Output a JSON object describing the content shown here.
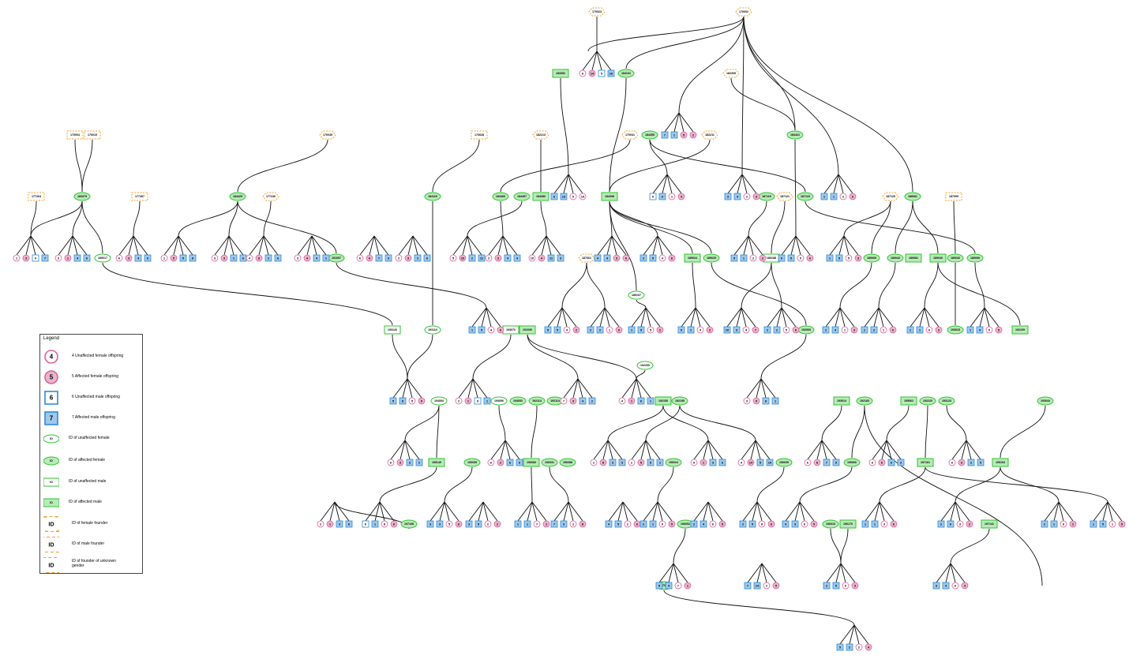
{
  "colors": {
    "edge": "#111111",
    "female_unaffected_stroke": "#e0609a",
    "female_affected_fill": "#e8b4cc",
    "male_unaffected_stroke": "#2f8ad8",
    "male_affected_fill": "#9fc8ec",
    "id_unaffected_stroke": "#2ec52e",
    "id_affected_fill": "#b8eab8",
    "founder_stroke": "#f0a030"
  },
  "legend": {
    "title": "Legend",
    "items": [
      {
        "sym": "fu",
        "label": "4",
        "text": "4 Unaffected female offspring"
      },
      {
        "sym": "fa",
        "label": "5",
        "text": "5 Affected female offspring"
      },
      {
        "sym": "mu",
        "label": "6",
        "text": "6 Unaffected male offspring"
      },
      {
        "sym": "ma",
        "label": "7",
        "text": "7 Affected male offspring"
      },
      {
        "sym": "iuf",
        "label": "ID",
        "text": "ID of unaffected female"
      },
      {
        "sym": "iaf",
        "label": "ID",
        "text": "ID of affected female"
      },
      {
        "sym": "ium",
        "label": "ID",
        "text": "ID of unaffected male"
      },
      {
        "sym": "iam",
        "label": "ID",
        "text": "ID of affected male"
      },
      {
        "sym": "ff",
        "label": "ID",
        "text": "ID of female founder"
      },
      {
        "sym": "mf",
        "label": "ID",
        "text": "ID of male founder"
      },
      {
        "sym": "uf",
        "label": "ID",
        "text": "ID of founder of unknown gender"
      }
    ]
  },
  "founders": [
    {
      "id": "170023",
      "kind": "uf"
    },
    {
      "id": "170002",
      "kind": "uf"
    },
    {
      "id": "182305",
      "kind": "uf"
    },
    {
      "id": "170004",
      "kind": "mf"
    },
    {
      "id": "170019",
      "kind": "mf"
    },
    {
      "id": "170049",
      "kind": "uf"
    },
    {
      "id": "170628",
      "kind": "mf"
    },
    {
      "id": "182213",
      "kind": "uf"
    },
    {
      "id": "170041",
      "kind": "uf"
    },
    {
      "id": "182211",
      "kind": "uf"
    },
    {
      "id": "177264",
      "kind": "mf"
    },
    {
      "id": "177457",
      "kind": "mf"
    },
    {
      "id": "177246",
      "kind": "uf"
    },
    {
      "id": "187125",
      "kind": "uf"
    },
    {
      "id": "187121",
      "kind": "uf"
    },
    {
      "id": "187099",
      "kind": "mf"
    },
    {
      "id": "187061",
      "kind": "uf"
    }
  ],
  "individuals": [
    {
      "id": "183352",
      "kind": "iam"
    },
    {
      "id": "184131",
      "kind": "iaf"
    },
    {
      "id": "184455",
      "kind": "iaf"
    },
    {
      "id": "184421",
      "kind": "iaf"
    },
    {
      "id": "183379",
      "kind": "iaf"
    },
    {
      "id": "184425",
      "kind": "iaf"
    },
    {
      "id": "184119",
      "kind": "iaf"
    },
    {
      "id": "184466",
      "kind": "iaf"
    },
    {
      "id": "184457",
      "kind": "iaf"
    },
    {
      "id": "184380",
      "kind": "iam"
    },
    {
      "id": "184398",
      "kind": "iam"
    },
    {
      "id": "187119",
      "kind": "iaf"
    },
    {
      "id": "187123",
      "kind": "iaf"
    },
    {
      "id": "188081",
      "kind": "iaf"
    },
    {
      "id": "189017",
      "kind": "iuf"
    },
    {
      "id": "191057",
      "kind": "iaf"
    },
    {
      "id": "189024",
      "kind": "iam"
    },
    {
      "id": "189025",
      "kind": "iaf"
    },
    {
      "id": "189188",
      "kind": "ium"
    },
    {
      "id": "189069",
      "kind": "iaf"
    },
    {
      "id": "189043",
      "kind": "iaf"
    },
    {
      "id": "189081",
      "kind": "iam"
    },
    {
      "id": "189040",
      "kind": "iam"
    },
    {
      "id": "189036",
      "kind": "iaf"
    },
    {
      "id": "189059",
      "kind": "iaf"
    },
    {
      "id": "189107",
      "kind": "iuf"
    },
    {
      "id": "193126",
      "kind": "ium"
    },
    {
      "id": "193110",
      "kind": "iuf"
    },
    {
      "id": "193070",
      "kind": "ium"
    },
    {
      "id": "191030",
      "kind": "iam"
    },
    {
      "id": "192065",
      "kind": "iaf"
    },
    {
      "id": "193015",
      "kind": "iaf"
    },
    {
      "id": "192109",
      "kind": "iam"
    },
    {
      "id": "192200",
      "kind": "iuf"
    },
    {
      "id": "194054",
      "kind": "iuf"
    },
    {
      "id": "194056",
      "kind": "iuf"
    },
    {
      "id": "194052",
      "kind": "iaf"
    },
    {
      "id": "192113",
      "kind": "iaf"
    },
    {
      "id": "192114",
      "kind": "iaf"
    },
    {
      "id": "192150",
      "kind": "iam"
    },
    {
      "id": "192195",
      "kind": "iaf"
    },
    {
      "id": "193014",
      "kind": "iam"
    },
    {
      "id": "192183",
      "kind": "iaf"
    },
    {
      "id": "195062",
      "kind": "iam"
    },
    {
      "id": "192220",
      "kind": "iaf"
    },
    {
      "id": "193123",
      "kind": "iaf"
    },
    {
      "id": "193044",
      "kind": "iaf"
    },
    {
      "id": "195149",
      "kind": "iam"
    },
    {
      "id": "196035",
      "kind": "iaf"
    },
    {
      "id": "196083",
      "kind": "iam"
    },
    {
      "id": "196031",
      "kind": "iaf"
    },
    {
      "id": "196088",
      "kind": "iaf"
    },
    {
      "id": "196024",
      "kind": "iaf"
    },
    {
      "id": "196039",
      "kind": "iaf"
    },
    {
      "id": "196066",
      "kind": "iaf"
    },
    {
      "id": "197161",
      "kind": "iam"
    },
    {
      "id": "195163",
      "kind": "iam"
    },
    {
      "id": "197108",
      "kind": "iaf"
    },
    {
      "id": "196052",
      "kind": "iaf"
    },
    {
      "id": "196016",
      "kind": "iaf"
    },
    {
      "id": "196170",
      "kind": "iam"
    },
    {
      "id": "197141",
      "kind": "iam"
    },
    {
      "id": "197098",
      "kind": "iaf"
    }
  ],
  "litters": [
    [
      [
        "fu",
        "6"
      ],
      [
        "fa",
        "14"
      ],
      [
        "mu",
        "5"
      ],
      [
        "ma",
        "16"
      ]
    ],
    [
      [
        "ma",
        "7"
      ],
      [
        "ma",
        "1"
      ],
      [
        "fa",
        "5"
      ],
      [
        "fa",
        "2"
      ]
    ],
    [
      [
        "ma",
        "6"
      ],
      [
        "ma",
        "13"
      ],
      [
        "fu",
        "0"
      ],
      [
        "fu",
        "15"
      ]
    ],
    [
      [
        "mu",
        "0"
      ],
      [
        "ma",
        "6"
      ],
      [
        "fu",
        "1"
      ],
      [
        "fa",
        "4"
      ]
    ],
    [
      [
        "ma",
        "3"
      ],
      [
        "ma",
        "4"
      ],
      [
        "fu",
        "2"
      ],
      [
        "fa",
        "3"
      ]
    ],
    [
      [
        "ma",
        "1"
      ],
      [
        "ma",
        "1"
      ],
      [
        "fu",
        "2"
      ],
      [
        "fa",
        "6"
      ]
    ],
    [
      [
        "fu",
        "1"
      ],
      [
        "fa",
        "3"
      ],
      [
        "mu",
        "0"
      ],
      [
        "ma",
        "7"
      ]
    ],
    [
      [
        "fu",
        "3"
      ],
      [
        "fa",
        "1"
      ],
      [
        "ma",
        "4"
      ],
      [
        "ma",
        "6"
      ]
    ],
    [
      [
        "fu",
        "6"
      ],
      [
        "fa",
        "3"
      ],
      [
        "ma",
        "4"
      ],
      [
        "ma",
        "0"
      ]
    ],
    [
      [
        "fu",
        "1"
      ],
      [
        "fa",
        "5"
      ],
      [
        "ma",
        "5"
      ],
      [
        "ma",
        "8"
      ]
    ],
    [
      [
        "fu",
        "3"
      ],
      [
        "fa",
        "3"
      ],
      [
        "ma",
        "1"
      ],
      [
        "ma",
        "6"
      ]
    ],
    [
      [
        "fu",
        "4"
      ],
      [
        "fa",
        "8"
      ],
      [
        "ma",
        "1"
      ],
      [
        "ma",
        "6"
      ]
    ],
    [
      [
        "fu",
        "3"
      ],
      [
        "fa",
        "4"
      ],
      [
        "ma",
        "4"
      ],
      [
        "ma",
        "1"
      ]
    ],
    [
      [
        "fu",
        "6"
      ],
      [
        "fa",
        "6"
      ],
      [
        "ma",
        "7"
      ],
      [
        "ma",
        "3"
      ]
    ],
    [
      [
        "fu",
        "2"
      ],
      [
        "fa",
        "3"
      ],
      [
        "ma",
        "2"
      ],
      [
        "ma",
        "6"
      ]
    ],
    [
      [
        "fu",
        "5"
      ],
      [
        "fa",
        "10"
      ],
      [
        "ma",
        "2"
      ],
      [
        "ma",
        "11"
      ]
    ],
    [
      [
        "fu",
        "2"
      ],
      [
        "fa",
        "3"
      ],
      [
        "ma",
        "4"
      ],
      [
        "ma",
        "4"
      ]
    ],
    [
      [
        "fu",
        "10"
      ],
      [
        "fa",
        "4"
      ],
      [
        "ma",
        "11"
      ],
      [
        "ma",
        "3"
      ]
    ],
    [
      [
        "ma",
        "4"
      ],
      [
        "ma",
        "4"
      ],
      [
        "fa",
        "3"
      ],
      [
        "fa",
        "6"
      ]
    ],
    [
      [
        "ma",
        "2"
      ],
      [
        "ma",
        "5"
      ],
      [
        "fu",
        "4"
      ],
      [
        "fa",
        "6"
      ]
    ],
    [
      [
        "ma",
        "5"
      ],
      [
        "ma",
        "1"
      ],
      [
        "fu",
        "2"
      ],
      [
        "fa",
        "2"
      ]
    ],
    [
      [
        "ma",
        "0"
      ],
      [
        "ma",
        "5"
      ],
      [
        "fu",
        "0"
      ],
      [
        "fa",
        "6"
      ]
    ],
    [
      [
        "ma",
        "1"
      ],
      [
        "ma",
        "5"
      ],
      [
        "fu",
        "5"
      ],
      [
        "fa",
        "3"
      ]
    ],
    [
      [
        "ma",
        "1"
      ],
      [
        "ma",
        "5"
      ],
      [
        "fu",
        "4"
      ],
      [
        "fa",
        "6"
      ]
    ],
    [
      [
        "ma",
        "5"
      ],
      [
        "ma",
        "5"
      ],
      [
        "fu",
        "4"
      ],
      [
        "fa",
        "2"
      ]
    ],
    [
      [
        "ma",
        "2"
      ],
      [
        "ma",
        "2"
      ],
      [
        "fu",
        "1"
      ],
      [
        "fa",
        "6"
      ]
    ],
    [
      [
        "ma",
        "1"
      ],
      [
        "ma",
        "5"
      ],
      [
        "fu",
        "5"
      ],
      [
        "fa",
        "2"
      ]
    ],
    [
      [
        "ma",
        "9"
      ],
      [
        "ma",
        "1"
      ],
      [
        "fu",
        "4"
      ],
      [
        "fa",
        "2"
      ]
    ],
    [
      [
        "ma",
        "10"
      ],
      [
        "ma",
        "3"
      ],
      [
        "fu",
        "4"
      ],
      [
        "fa",
        "7"
      ]
    ],
    [
      [
        "ma",
        "2"
      ],
      [
        "ma",
        "2"
      ],
      [
        "fu",
        "5"
      ],
      [
        "fa",
        "6"
      ]
    ],
    [
      [
        "ma",
        "2"
      ],
      [
        "ma",
        "4"
      ],
      [
        "fu",
        "1"
      ],
      [
        "fa",
        "3"
      ]
    ],
    [
      [
        "ma",
        "1"
      ],
      [
        "ma",
        "2"
      ],
      [
        "fu",
        "1"
      ],
      [
        "fa",
        "6"
      ]
    ],
    [
      [
        "ma",
        "1"
      ],
      [
        "ma",
        "1"
      ],
      [
        "fu",
        "6"
      ],
      [
        "fa",
        "2"
      ]
    ],
    [
      [
        "ma",
        "1"
      ],
      [
        "ma",
        "4"
      ],
      [
        "fu",
        "0"
      ],
      [
        "fa",
        "5"
      ]
    ],
    [
      [
        "ma",
        "5"
      ],
      [
        "ma",
        "8"
      ],
      [
        "fu",
        "5"
      ],
      [
        "fa",
        "0"
      ]
    ],
    [
      [
        "fu",
        "2"
      ],
      [
        "fa",
        "1"
      ],
      [
        "mu",
        "9"
      ],
      [
        "ma",
        "1"
      ]
    ],
    [
      [
        "fu",
        "7"
      ],
      [
        "fa",
        "3"
      ],
      [
        "ma",
        "4"
      ],
      [
        "ma",
        "2"
      ]
    ],
    [
      [
        "fu",
        "4"
      ],
      [
        "fa",
        "1"
      ],
      [
        "ma",
        "6"
      ],
      [
        "ma",
        "1"
      ]
    ],
    [
      [
        "fu",
        "3"
      ],
      [
        "fa",
        "0"
      ],
      [
        "ma",
        "8"
      ],
      [
        "ma",
        "1"
      ]
    ],
    [
      [
        "fu",
        "6"
      ],
      [
        "fa",
        "3"
      ],
      [
        "ma",
        "3"
      ],
      [
        "ma",
        "2"
      ]
    ],
    [
      [
        "fu",
        "6"
      ],
      [
        "fa",
        "2"
      ],
      [
        "ma",
        "6"
      ],
      [
        "ma",
        "6"
      ]
    ],
    [
      [
        "fu",
        "2"
      ],
      [
        "fa",
        "8"
      ],
      [
        "ma",
        "3"
      ],
      [
        "ma",
        "3"
      ]
    ],
    [
      [
        "fu",
        "2"
      ],
      [
        "fa",
        "5"
      ],
      [
        "ma",
        "9"
      ],
      [
        "ma",
        "1"
      ]
    ],
    [
      [
        "fu",
        "9"
      ],
      [
        "fa",
        "1"
      ],
      [
        "ma",
        "3"
      ],
      [
        "ma",
        "6"
      ]
    ],
    [
      [
        "fu",
        "4"
      ],
      [
        "fa",
        "14"
      ],
      [
        "ma",
        "5"
      ],
      [
        "ma",
        "10"
      ]
    ],
    [
      [
        "fu",
        "6"
      ],
      [
        "fa",
        "8"
      ],
      [
        "ma",
        "7"
      ],
      [
        "ma",
        "9"
      ]
    ],
    [
      [
        "fu",
        "6"
      ],
      [
        "fa",
        "6"
      ],
      [
        "ma",
        "6"
      ],
      [
        "ma",
        "3"
      ]
    ],
    [
      [
        "fu",
        "6"
      ],
      [
        "fa",
        "3"
      ],
      [
        "ma",
        "2"
      ],
      [
        "ma",
        "5"
      ]
    ],
    [
      [
        "fu",
        "2"
      ],
      [
        "fa",
        "1"
      ],
      [
        "ma",
        "3"
      ],
      [
        "ma",
        "6"
      ]
    ],
    [
      [
        "mu",
        "6"
      ],
      [
        "ma",
        "1"
      ],
      [
        "fu",
        "8"
      ],
      [
        "fa",
        "6"
      ]
    ],
    [
      [
        "ma",
        "3"
      ],
      [
        "ma",
        "3"
      ],
      [
        "fu",
        "5"
      ],
      [
        "fa",
        "6"
      ]
    ],
    [
      [
        "ma",
        "3"
      ],
      [
        "ma",
        "5"
      ],
      [
        "fu",
        "2"
      ],
      [
        "fa",
        "2"
      ]
    ],
    [
      [
        "ma",
        "1"
      ],
      [
        "ma",
        "1"
      ],
      [
        "fu",
        "7"
      ],
      [
        "fa",
        "1"
      ]
    ],
    [
      [
        "ma",
        "7"
      ],
      [
        "ma",
        "3"
      ],
      [
        "fu",
        "2"
      ],
      [
        "fa",
        "8"
      ]
    ],
    [
      [
        "ma",
        "4"
      ],
      [
        "ma",
        "5"
      ],
      [
        "fu",
        "2"
      ],
      [
        "fa",
        "6"
      ]
    ],
    [
      [
        "ma",
        "2"
      ],
      [
        "ma",
        "1"
      ],
      [
        "fu",
        "0"
      ],
      [
        "fa",
        "5"
      ]
    ],
    [
      [
        "ma",
        "2"
      ],
      [
        "ma",
        "4"
      ],
      [
        "fu",
        "6"
      ],
      [
        "fa",
        "5"
      ]
    ],
    [
      [
        "ma",
        "2"
      ],
      [
        "ma",
        "5"
      ],
      [
        "fu",
        "8"
      ],
      [
        "fa",
        "6"
      ]
    ],
    [
      [
        "ma",
        "4"
      ],
      [
        "ma",
        "3"
      ],
      [
        "fu",
        "6"
      ],
      [
        "fa",
        "5"
      ]
    ],
    [
      [
        "ma",
        "1"
      ],
      [
        "ma",
        "1"
      ],
      [
        "fu",
        "3"
      ],
      [
        "fa",
        "6"
      ]
    ],
    [
      [
        "ma",
        "2"
      ],
      [
        "ma",
        "6"
      ],
      [
        "fu",
        "3"
      ],
      [
        "fa",
        "2"
      ]
    ],
    [
      [
        "ma",
        "2"
      ],
      [
        "ma",
        "1"
      ],
      [
        "fu",
        "6"
      ],
      [
        "fa",
        "1"
      ]
    ],
    [
      [
        "ma",
        "1"
      ],
      [
        "ma",
        "5"
      ],
      [
        "fu",
        "1"
      ],
      [
        "fa",
        "5"
      ]
    ],
    [
      [
        "ma",
        "5"
      ],
      [
        "ma",
        "4"
      ],
      [
        "fu",
        "7"
      ],
      [
        "fa",
        "1"
      ]
    ],
    [
      [
        "ma",
        "7"
      ],
      [
        "ma",
        "14"
      ],
      [
        "fu",
        "2"
      ],
      [
        "fa",
        "5"
      ]
    ],
    [
      [
        "ma",
        "2"
      ],
      [
        "ma",
        "5"
      ],
      [
        "fu",
        "0"
      ],
      [
        "fa",
        "3"
      ]
    ],
    [
      [
        "ma",
        "3"
      ],
      [
        "ma",
        "4"
      ],
      [
        "fu",
        "6"
      ],
      [
        "fa",
        "4"
      ]
    ],
    [
      [
        "ma",
        "5"
      ],
      [
        "ma",
        "2"
      ],
      [
        "fu",
        "2"
      ],
      [
        "fa",
        "4"
      ]
    ],
    [
      [
        "ma",
        "4"
      ],
      [
        "ma",
        "8"
      ],
      [
        "fu",
        "5"
      ],
      [
        "fa",
        "6"
      ]
    ],
    [
      [
        "ma",
        "6"
      ],
      [
        "ma",
        "7"
      ],
      [
        "fu",
        "9"
      ],
      [
        "fa",
        "4"
      ]
    ]
  ]
}
